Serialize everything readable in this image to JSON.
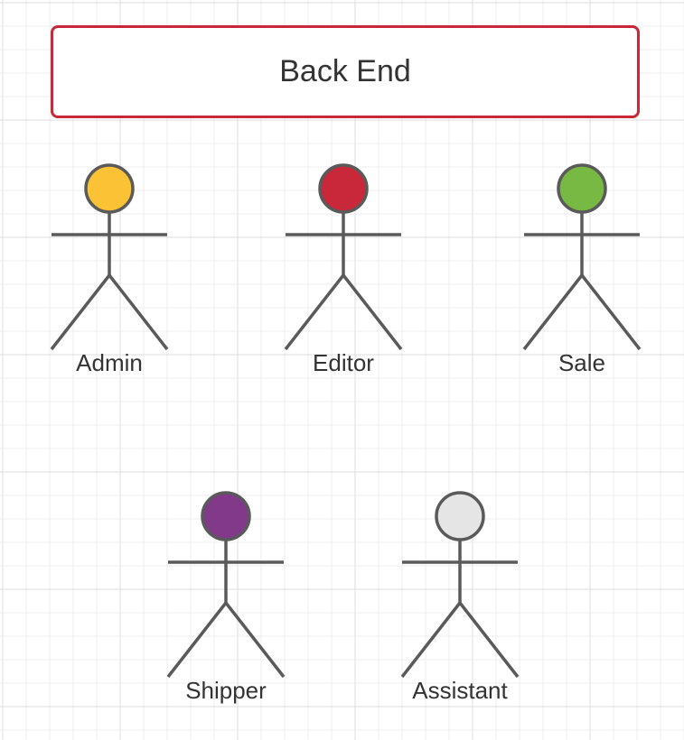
{
  "diagram": {
    "title": "Back End",
    "colors": {
      "title_border": "#c8283a",
      "stroke": "#5a5a5a",
      "grid_minor": "#ededed",
      "grid_major": "#dcdcdc"
    },
    "actors": [
      {
        "name": "Admin",
        "head_color": "#fbc235"
      },
      {
        "name": "Editor",
        "head_color": "#c8283a"
      },
      {
        "name": "Sale",
        "head_color": "#78b944"
      },
      {
        "name": "Shipper",
        "head_color": "#82398a"
      },
      {
        "name": "Assistant",
        "head_color": "#e5e5e5"
      }
    ]
  }
}
